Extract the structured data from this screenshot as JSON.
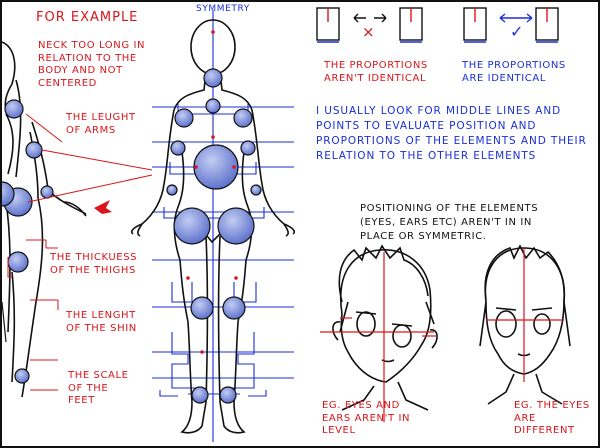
{
  "header": {
    "title": "For example",
    "symmetry_label": "Symmetry"
  },
  "notes": {
    "neck": "Neck too long in relation to the body and not centered",
    "arms": "The leught of arms",
    "thighs": "The thickuess of the thighs",
    "shin": "The lenght of the shin",
    "feet": "The scale of the feet"
  },
  "proportions": {
    "not_identical": "The proportions aren't identical",
    "identical": "The proportions are identical",
    "cross_mark": "×",
    "check_mark": "✓"
  },
  "explanation": "I usually look for middle lines and points to evaluate position and proportions of the elements and their relation to the other elements",
  "positioning_note": "Positioning of the elements (eyes, ears etc) aren't in in place or symmetric.",
  "examples": {
    "left": "Eg. Eyes and ears aren't in level",
    "right": "Eg. The eyes are different"
  },
  "colors": {
    "red_ink": "#d8161b",
    "blue_ink": "#1a2fd6",
    "circle_fill": "#7d8fd9",
    "line_ink": "#111111"
  }
}
